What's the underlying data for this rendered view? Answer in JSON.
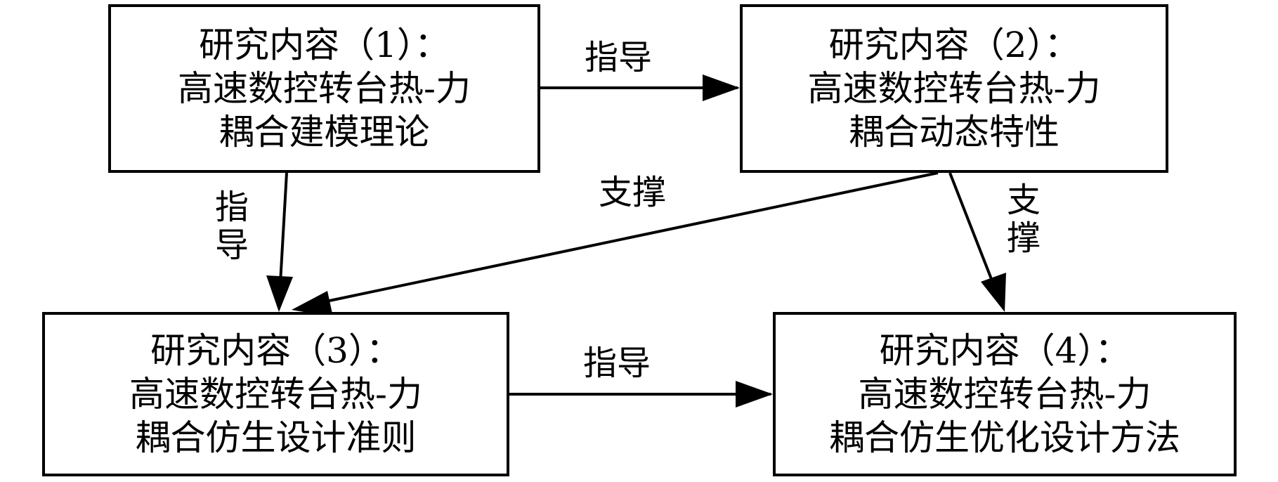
{
  "diagram": {
    "nodes": [
      {
        "id": "1",
        "lines": [
          "研究内容（1）：",
          "高速数控转台热-力",
          "耦合建模理论"
        ]
      },
      {
        "id": "2",
        "lines": [
          "研究内容（2）：",
          "高速数控转台热-力",
          "耦合动态特性"
        ]
      },
      {
        "id": "3",
        "lines": [
          "研究内容（3）：",
          "高速数控转台热-力",
          "耦合仿生设计准则"
        ]
      },
      {
        "id": "4",
        "lines": [
          "研究内容（4）：",
          "高速数控转台热-力",
          "耦合仿生优化设计方法"
        ]
      }
    ],
    "edges": [
      {
        "from": "1",
        "to": "2",
        "label": "指导"
      },
      {
        "from": "1",
        "to": "3",
        "label": "指导"
      },
      {
        "from": "2",
        "to": "3",
        "label": "支撑"
      },
      {
        "from": "2",
        "to": "4",
        "label": "支撑"
      },
      {
        "from": "3",
        "to": "4",
        "label": "指导"
      }
    ]
  }
}
